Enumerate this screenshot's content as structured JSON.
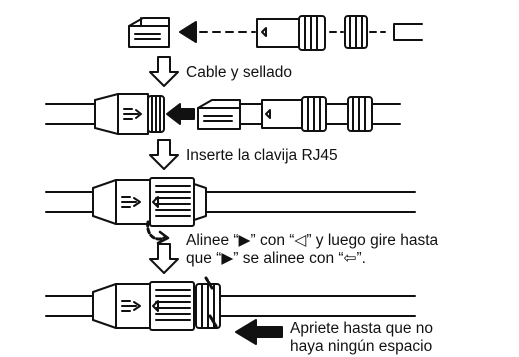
{
  "steps": [
    {
      "id": "step-1",
      "label": "Cable y sellado"
    },
    {
      "id": "step-2",
      "label": "Inserte la clavija RJ45"
    },
    {
      "id": "step-3",
      "label_line1": "Alinee “▶” con “◁” y luego gire hasta",
      "label_line2": "que “▶” se alinee con “⇦”."
    },
    {
      "id": "step-4",
      "label_line1": "Apriete hasta que no",
      "label_line2": "haya ningún espacio"
    }
  ],
  "colors": {
    "ink": "#111111",
    "background": "#ffffff"
  },
  "icons": [
    "down-arrow-icon",
    "insert-arrow-icon",
    "rotate-arrow-icon",
    "push-arrow-icon"
  ]
}
